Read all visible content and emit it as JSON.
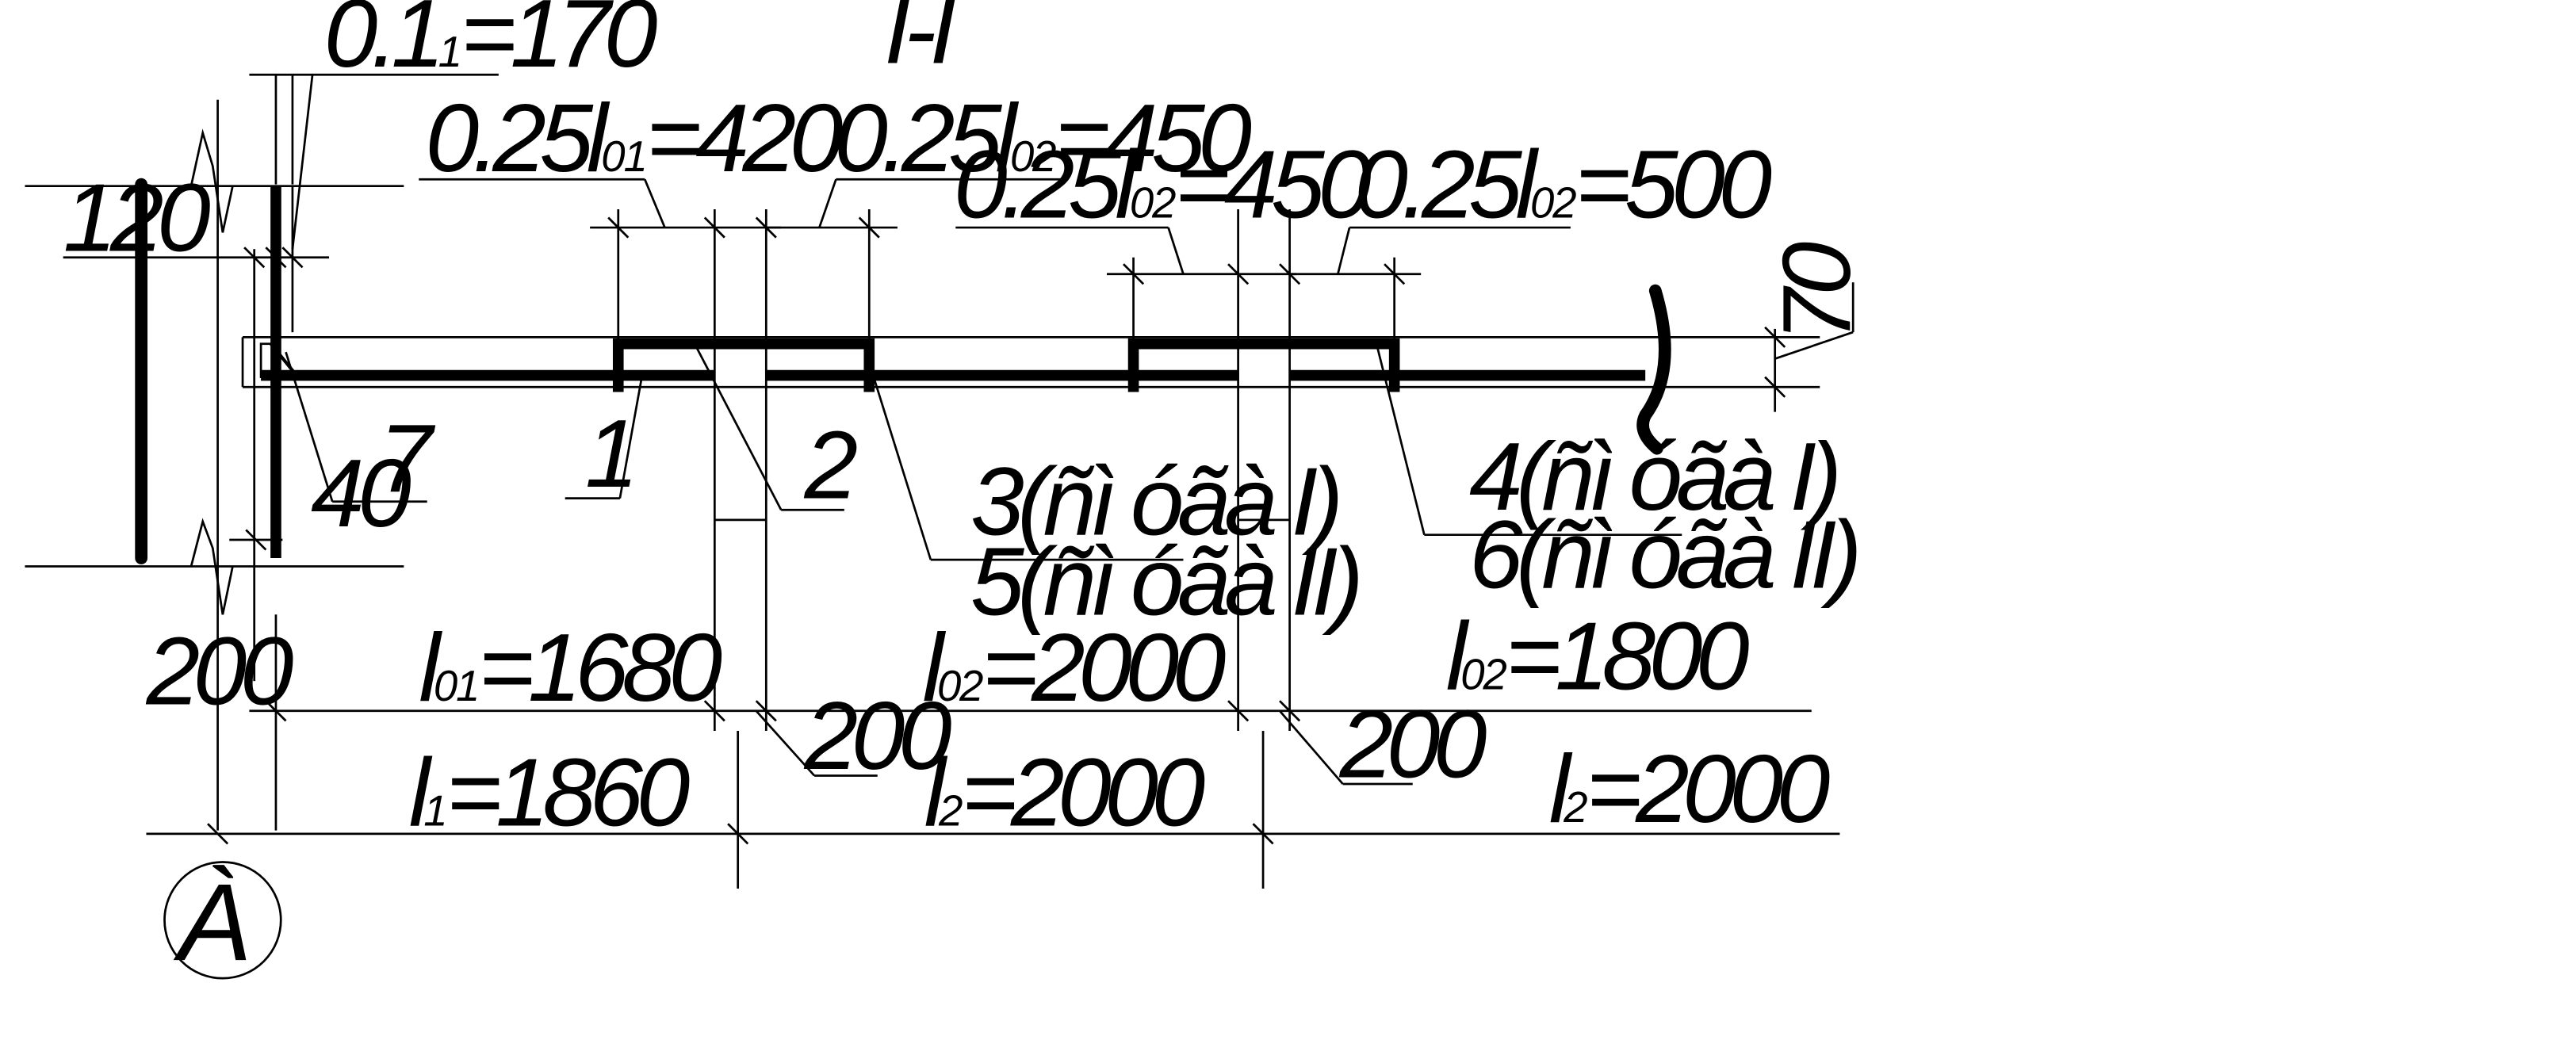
{
  "drawing": {
    "section_title": "I-I",
    "axis_letter": "À",
    "dims_top": {
      "support_anchor_a": "0.1",
      "support_anchor_sub": "1",
      "support_anchor_b": "=170",
      "top_bar_1_pre": "0.25l",
      "top_bar_1_sub": "01",
      "top_bar_1_val": "=420",
      "top_bar_2_pre": "0.25l",
      "top_bar_2_sub": "02",
      "top_bar_2_val": "=450",
      "top_bar_3_pre": "0.25l",
      "top_bar_3_sub": "02",
      "top_bar_3_val": "=450",
      "top_bar_4_pre": "0.25l",
      "top_bar_4_sub": "02",
      "top_bar_4_val": "=500"
    },
    "dims_left": {
      "wall_embed": "120",
      "slab_thickness": "70",
      "cover_40": "40",
      "label_7": "7",
      "bottom_200": "200"
    },
    "markers": {
      "m1": "1",
      "m2": "2",
      "m3": "3(ñì óãà I)",
      "m5": "5(ñì óãà II)",
      "m4": "4(ñì óãà I)",
      "m6": "6(ñì óãà II)"
    },
    "spans_clear": {
      "s1_pre": "l",
      "s1_sub": "01",
      "s1_val": "=1680",
      "s2_pre": "l",
      "s2_sub": "02",
      "s2_val": "=2000",
      "s3_pre": "l",
      "s3_sub": "02",
      "s3_val": "=1800",
      "rib_1": "200",
      "rib_2": "200"
    },
    "spans_axis": {
      "a1_pre": "l",
      "a1_sub": "1",
      "a1_val": "=1860",
      "a2_pre": "l",
      "a2_sub": "2",
      "a2_val": "=2000",
      "a3_pre": "l",
      "a3_sub": "2",
      "a3_val": "=2000"
    }
  }
}
